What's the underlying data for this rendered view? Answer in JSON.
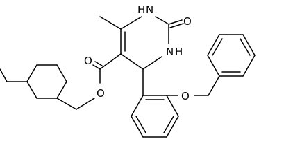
{
  "atom_labels": {
    "n1": "H",
    "n1_n": "N",
    "n3": "N",
    "n3_h": "H",
    "o_carbonyl": "O",
    "o_ester_double": "O",
    "o_ester_single": "O",
    "o_ether": "O"
  }
}
